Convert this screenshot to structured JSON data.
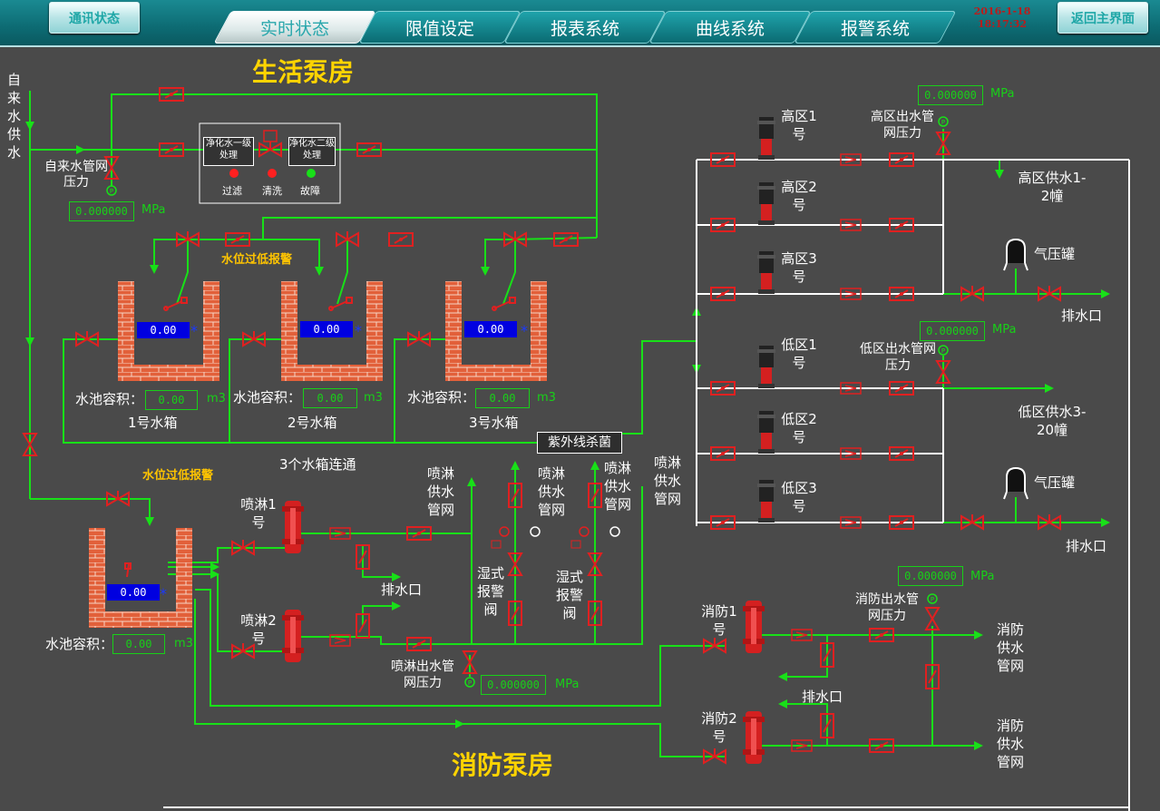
{
  "header": {
    "comm_status_label": "通讯状态",
    "tabs": [
      {
        "label": "实时状态",
        "active": true
      },
      {
        "label": "限值设定",
        "active": false
      },
      {
        "label": "报表系统",
        "active": false
      },
      {
        "label": "曲线系统",
        "active": false
      },
      {
        "label": "报警系统",
        "active": false
      }
    ],
    "date": "2016-1-18",
    "time": "18:17:32",
    "back_main_label": "返回主界面"
  },
  "colors": {
    "pipe": "#18e018",
    "valve": "#e02020",
    "accent": "#1fa7a7",
    "value_box": "#0000e0"
  },
  "living": {
    "title": "生活泵房",
    "city_water_label": "自来水供水",
    "city_pressure_label": "自来水管网压力",
    "city_pressure_value": "0.000000",
    "pressure_unit": "MPa",
    "filter1_label": "净化水一级处理",
    "filter2_label": "净化水二级处理",
    "status_filter": "过滤",
    "status_wash": "清洗",
    "status_fault": "故障",
    "low_level_alarm": "水位过低报警",
    "tanks": [
      {
        "name": "1号水箱",
        "level": "0.00",
        "volume": "0.00"
      },
      {
        "name": "2号水箱",
        "level": "0.00",
        "volume": "0.00"
      },
      {
        "name": "3号水箱",
        "level": "0.00",
        "volume": "0.00"
      }
    ],
    "volume_label": "水池容积：",
    "volume_unit": "m3",
    "connected_label": "3个水箱连通",
    "uv_label": "紫外线杀菌"
  },
  "high_zone": {
    "pumps": [
      {
        "label": "高区1号"
      },
      {
        "label": "高区2号"
      },
      {
        "label": "高区3号"
      }
    ],
    "pressure_label": "高区出水管网压力",
    "pressure_value": "0.000000",
    "supply_label": "高区供水1-2幢",
    "tank_label": "气压罐",
    "drain_label": "排水口"
  },
  "low_zone": {
    "pumps": [
      {
        "label": "低区1号"
      },
      {
        "label": "低区2号"
      },
      {
        "label": "低区3号"
      }
    ],
    "pressure_label": "低区出水管网压力",
    "pressure_value": "0.000000",
    "supply_label": "低区供水3-20幢",
    "tank_label": "气压罐",
    "drain_label": "排水口"
  },
  "fire": {
    "title": "消防泵房",
    "low_level_alarm": "水位过低报警",
    "tank_level": "0.00",
    "volume_label": "水池容积：",
    "volume_value": "0.00",
    "volume_unit": "m3",
    "spray_pumps": [
      {
        "label": "喷淋1号"
      },
      {
        "label": "喷淋2号"
      }
    ],
    "spray_drain": "排水口",
    "spray_network": "喷淋供水管网",
    "spray_pressure_label": "喷淋出水管网压力",
    "spray_pressure_value": "0.000000",
    "wet_valve_label": "湿式报警阀",
    "fire_pumps": [
      {
        "label": "消防1号"
      },
      {
        "label": "消防2号"
      }
    ],
    "fire_drain": "排水口",
    "fire_network": "消防供水管网",
    "fire_pressure_label": "消防出水管网压力",
    "fire_pressure_value": "0.000000",
    "pressure_unit": "MPa"
  }
}
